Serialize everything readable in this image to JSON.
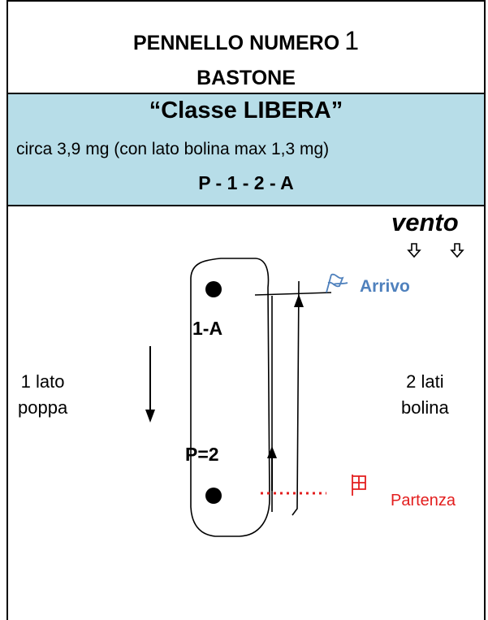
{
  "header": {
    "title": "PENNELLO NUMERO",
    "number": "1",
    "subtitle": "BASTONE"
  },
  "band": {
    "classe": "“Classe  LIBERA”",
    "description": "circa 3,9 mg (con lato bolina max 1,3 mg)",
    "code": "P - 1 - 2 - A"
  },
  "diagram": {
    "wind_label": "vento",
    "finish_label": "Arrivo",
    "start_label": "Partenza",
    "mark_top_label": "1-A",
    "mark_bottom_label": "P=2",
    "left_side": {
      "line1": "1 lato",
      "line2": "poppa"
    },
    "right_side": {
      "line1": "2 lati",
      "line2": "bolina"
    },
    "colors": {
      "finish": "#4f81bd",
      "start": "#e31e1e",
      "band": "#b7dde8"
    },
    "icons": [
      "down-arrow-icon",
      "flag-icon",
      "checkered-flag-icon"
    ]
  }
}
